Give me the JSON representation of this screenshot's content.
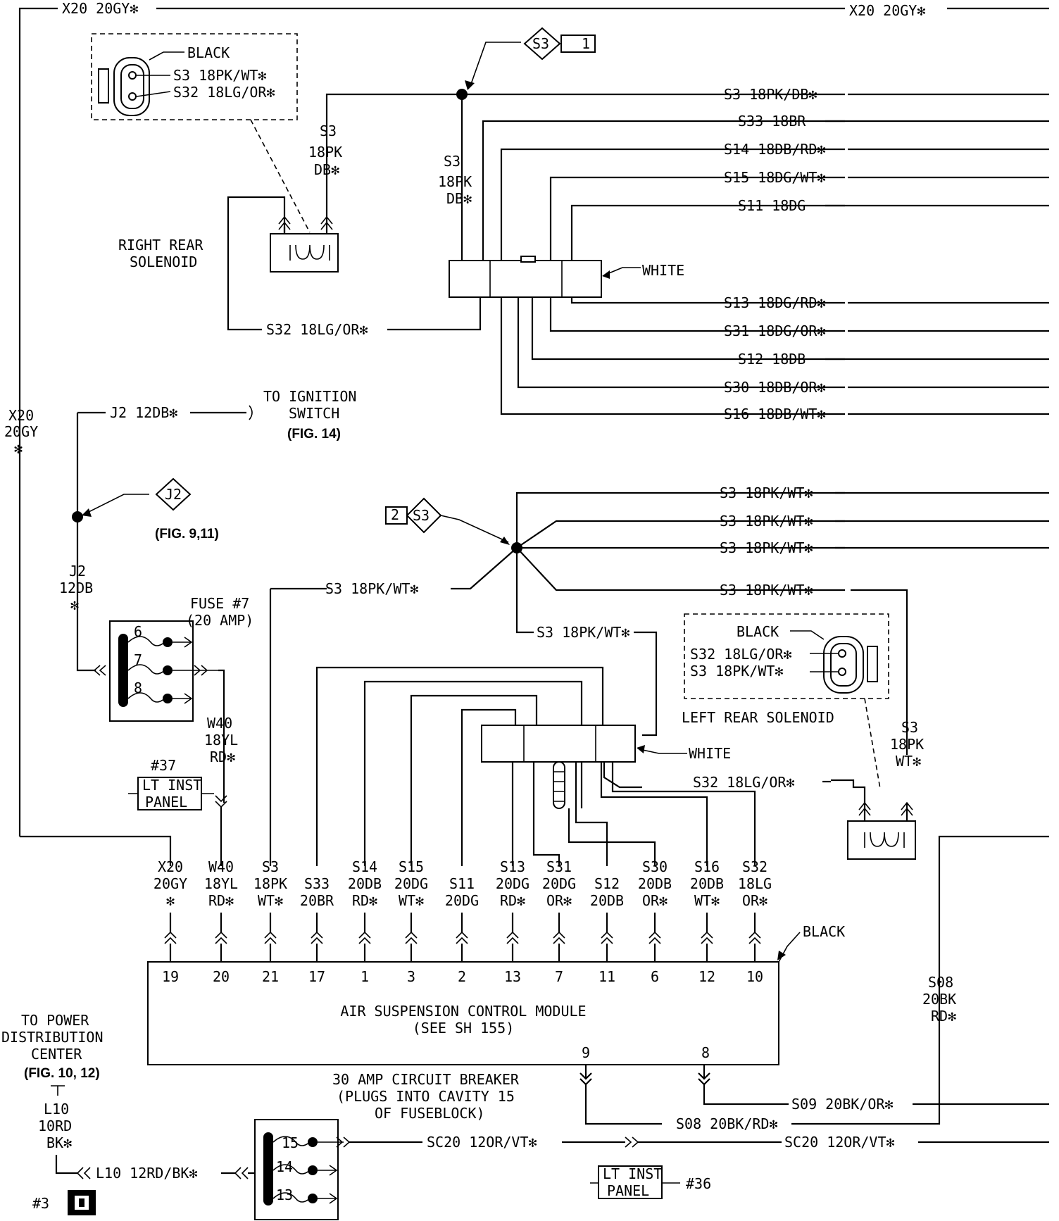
{
  "top_wires": {
    "left": "X20 20GY✻",
    "right": "X20 20GY✻"
  },
  "x20_vertical": [
    "X20",
    "20GY",
    "✻"
  ],
  "right_rear_connector": {
    "color": "BLACK",
    "pins": [
      "S3 18PK/WT✻",
      "S32 18LG/OR✻"
    ]
  },
  "right_rear_solenoid": [
    "RIGHT REAR",
    "SOLENOID"
  ],
  "s3_feed_label": [
    "S3",
    "18PK",
    "DB✻"
  ],
  "splice_s3_1": {
    "code": "S3",
    "num": "1"
  },
  "splice_s3_2": {
    "code": "S3",
    "num": "2"
  },
  "splice_j2": {
    "code": "J2"
  },
  "white_connector_upper": "WHITE",
  "white_connector_lower": "WHITE",
  "right_wires_top": [
    "S3 18PK/DB✻",
    "S33 18BR",
    "S14 18DB/RD✻",
    "S15 18DG/WT✻",
    "S11 18DG",
    "S13 18DG/RD✻",
    "S31 18DG/OR✻",
    "S12 18DB",
    "S30 18DB/OR✻",
    "S16 18DB/WT✻"
  ],
  "s32_upper": "S32 18LG/OR✻",
  "ignition": {
    "wire": "J2 12DB✻",
    "to": [
      "TO IGNITION",
      "SWITCH"
    ],
    "fig": "(FIG. 14)"
  },
  "j2_fig": "(FIG. 9,11)",
  "j2_vertical": [
    "J2",
    "12DB",
    "✻"
  ],
  "fuse": {
    "label": [
      "FUSE #7",
      "(20 AMP)"
    ],
    "cavities": [
      "6",
      "7",
      "8"
    ]
  },
  "w40_upper": [
    "W40",
    "18YL",
    "RD✻"
  ],
  "lt_inst_37": {
    "num": "#37",
    "label": [
      "LT INST",
      "PANEL"
    ]
  },
  "right_wires_mid": [
    "S3 18PK/WT✻",
    "S3 18PK/WT✻",
    "S3 18PK/WT✻",
    "S3 18PK/WT✻"
  ],
  "s3_left_branch": "S3 18PK/WT✻",
  "s3_lower_branch": "S3 18PK/WT✻",
  "left_rear_connector": {
    "color": "BLACK",
    "pins": [
      "S32 18LG/OR✻",
      "S3 18PK/WT✻"
    ]
  },
  "left_rear_solenoid": "LEFT REAR SOLENOID",
  "s3_right_vertical": [
    "S3",
    "18PK",
    "WT✻"
  ],
  "s32_lower": "S32 18LG/OR✻",
  "module_pins": [
    {
      "wire": [
        "X20",
        "20GY",
        "✻"
      ],
      "pin": "19"
    },
    {
      "wire": [
        "W40",
        "18YL",
        "RD✻"
      ],
      "pin": "20"
    },
    {
      "wire": [
        "S3",
        "18PK",
        "WT✻"
      ],
      "pin": "21"
    },
    {
      "wire": [
        "S33",
        "20BR"
      ],
      "pin": "17"
    },
    {
      "wire": [
        "S14",
        "20DB",
        "RD✻"
      ],
      "pin": "1"
    },
    {
      "wire": [
        "S15",
        "20DG",
        "WT✻"
      ],
      "pin": "3"
    },
    {
      "wire": [
        "S11",
        "20DG"
      ],
      "pin": "2"
    },
    {
      "wire": [
        "S13",
        "20DG",
        "RD✻"
      ],
      "pin": "13"
    },
    {
      "wire": [
        "S31",
        "20DG",
        "OR✻"
      ],
      "pin": "7"
    },
    {
      "wire": [
        "S12",
        "20DB"
      ],
      "pin": "11"
    },
    {
      "wire": [
        "S30",
        "20DB",
        "OR✻"
      ],
      "pin": "6"
    },
    {
      "wire": [
        "S16",
        "20DB",
        "WT✻"
      ],
      "pin": "12"
    },
    {
      "wire": [
        "S32",
        "18LG",
        "OR✻"
      ],
      "pin": "10"
    }
  ],
  "module": {
    "name": "AIR SUSPENSION CONTROL MODULE",
    "ref": "(SEE SH 155)",
    "connector": "BLACK",
    "lower_pins": [
      "9",
      "8"
    ]
  },
  "s08_vertical": [
    "S08",
    "20BK",
    "RD✻"
  ],
  "s09": "S09 20BK/OR✻",
  "s08": "S08 20BK/RD✻",
  "pdc": {
    "to": [
      "TO POWER",
      "DISTRIBUTION",
      "CENTER"
    ],
    "fig": "(FIG. 10, 12)"
  },
  "l10_vertical": [
    "L10",
    "10RD",
    "BK✻"
  ],
  "l10_wire": "L10 12RD/BK✻",
  "ground_num": "#3",
  "breaker": {
    "label": [
      "30 AMP CIRCUIT BREAKER",
      "(PLUGS INTO CAVITY 15",
      "OF FUSEBLOCK)"
    ],
    "cavities": [
      "15",
      "14",
      "13"
    ]
  },
  "sc20_left": "SC20 12OR/VT✻",
  "sc20_right": "SC20 12OR/VT✻",
  "lt_inst_36": {
    "num": "#36",
    "label": [
      "LT INST",
      "PANEL"
    ]
  }
}
